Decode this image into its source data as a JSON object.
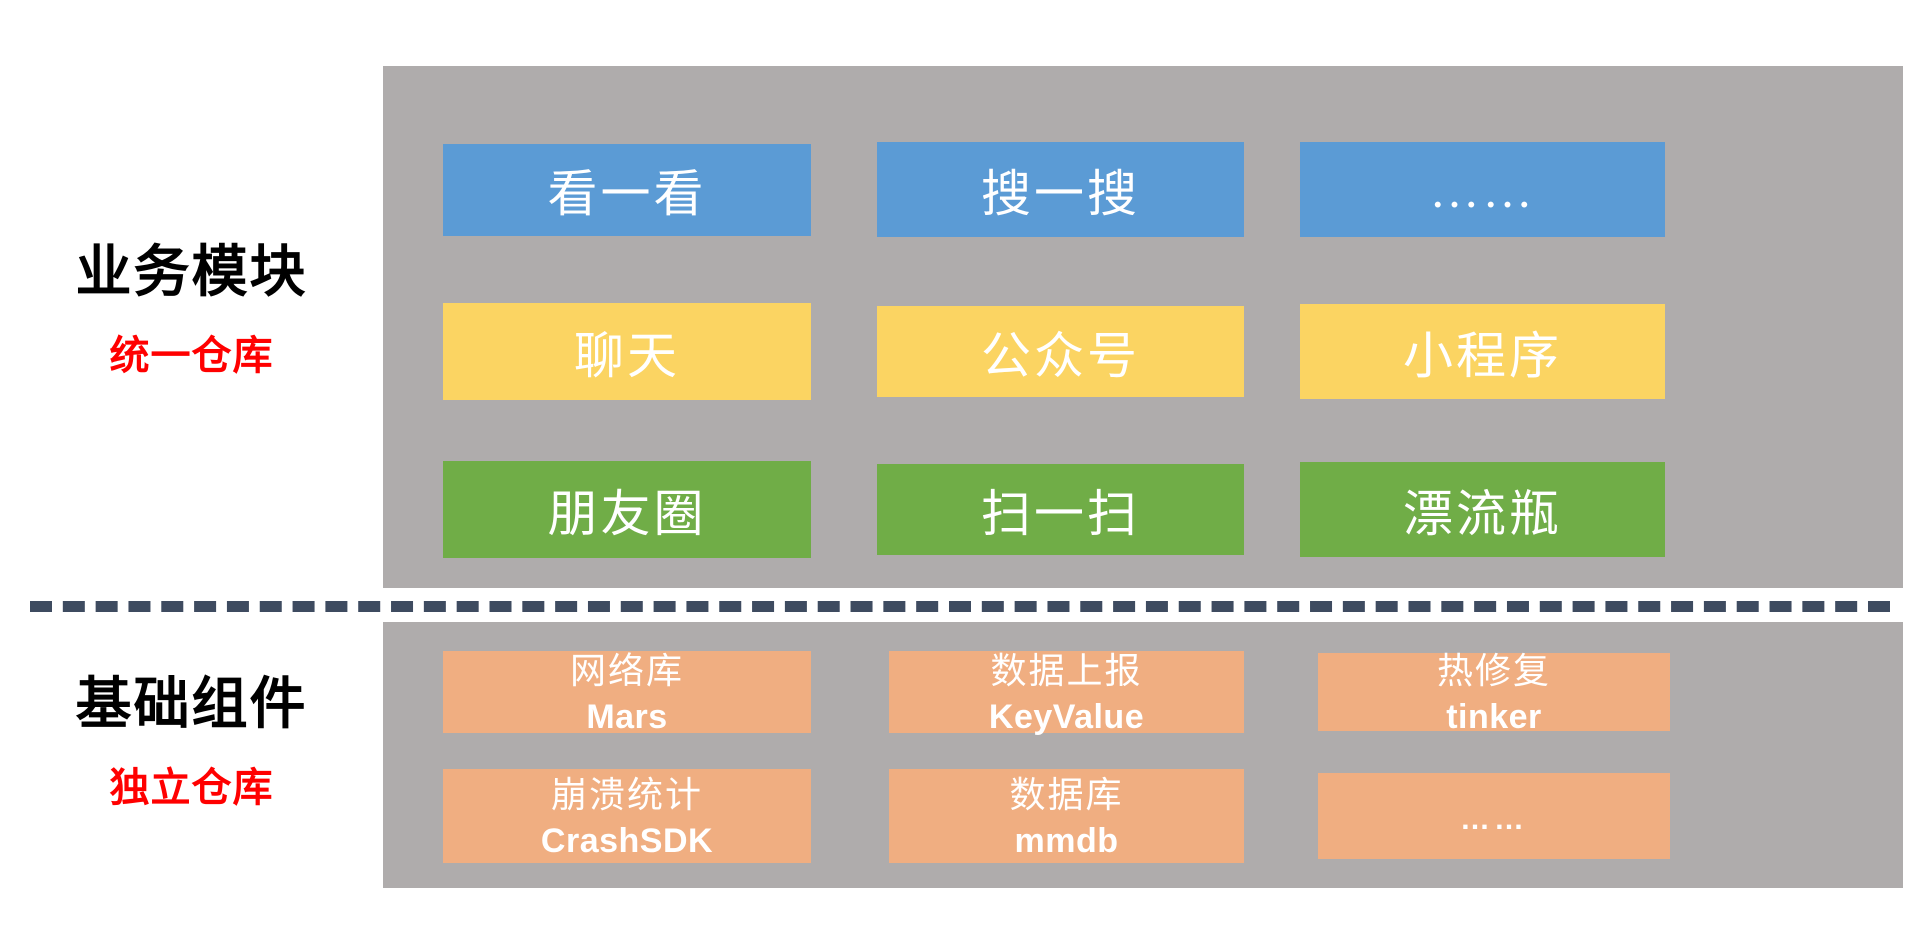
{
  "colors": {
    "panel_gray": "#AFACAC",
    "blue": "#5B9BD5",
    "yellow": "#FBD462",
    "green": "#70AD47",
    "orange": "#F0AE81",
    "red_text": "#FF0000",
    "divider": "#3E4B60",
    "background": "#FFFFFF"
  },
  "sections": {
    "business": {
      "title": "业务模块",
      "subtitle": "统一仓库",
      "rows": [
        {
          "color": "blue",
          "boxes": [
            {
              "label": "看一看"
            },
            {
              "label": "搜一搜"
            },
            {
              "label": "……"
            }
          ]
        },
        {
          "color": "yellow",
          "boxes": [
            {
              "label": "聊天"
            },
            {
              "label": "公众号"
            },
            {
              "label": "小程序"
            }
          ]
        },
        {
          "color": "green",
          "boxes": [
            {
              "label": "朋友圈"
            },
            {
              "label": "扫一扫"
            },
            {
              "label": "漂流瓶"
            }
          ]
        }
      ]
    },
    "foundation": {
      "title": "基础组件",
      "subtitle": "独立仓库",
      "rows": [
        {
          "color": "orange",
          "boxes": [
            {
              "label_cn": "网络库",
              "label_en": "Mars"
            },
            {
              "label_cn": "数据上报",
              "label_en": "KeyValue"
            },
            {
              "label_cn": "热修复",
              "label_en": "tinker"
            }
          ]
        },
        {
          "color": "orange",
          "boxes": [
            {
              "label_cn": "崩溃统计",
              "label_en": "CrashSDK"
            },
            {
              "label_cn": "数据库",
              "label_en": "mmdb"
            },
            {
              "label_cn": "",
              "label_en": "……"
            }
          ]
        }
      ]
    }
  }
}
